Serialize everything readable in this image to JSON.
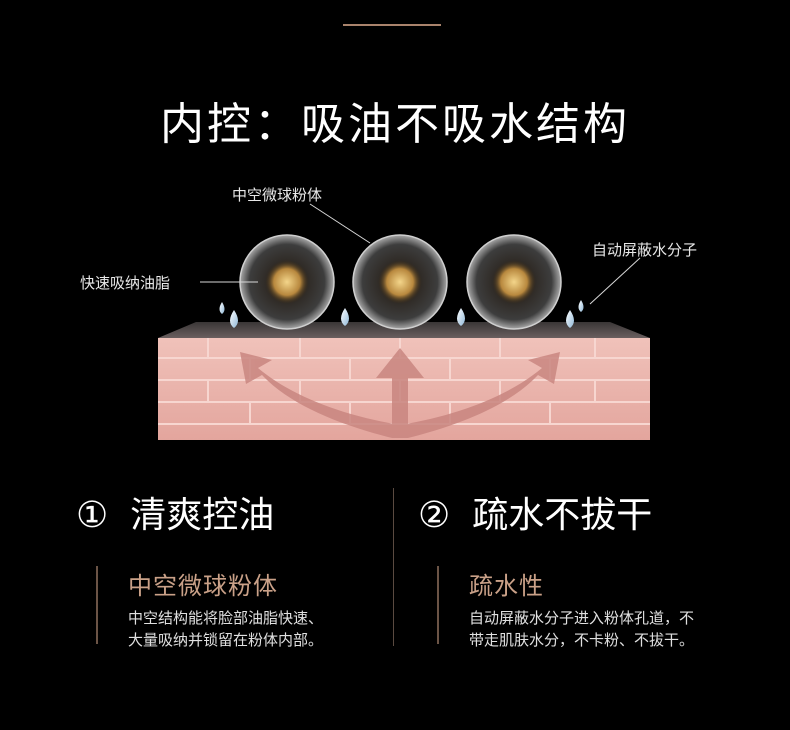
{
  "title": "内控：吸油不吸水结构",
  "diagram": {
    "label_center": "中空微球粉体",
    "label_left": "快速吸纳油脂",
    "label_right": "自动屏蔽水分子"
  },
  "features": [
    {
      "number": "①",
      "heading": "清爽控油",
      "sub_title": "中空微球粉体",
      "desc_line1": "中空结构能将脸部油脂快速、",
      "desc_line2": "大量吸纳并锁留在粉体内部。"
    },
    {
      "number": "②",
      "heading": "疏水不拔干",
      "sub_title": "疏水性",
      "desc_line1": "自动屏蔽水分子进入粉体孔道，不",
      "desc_line2": "带走肌肤水分，不卡粉、不拔干。"
    }
  ],
  "colors": {
    "background": "#000000",
    "accent": "#caa188",
    "skin": "#e8b4ad"
  }
}
